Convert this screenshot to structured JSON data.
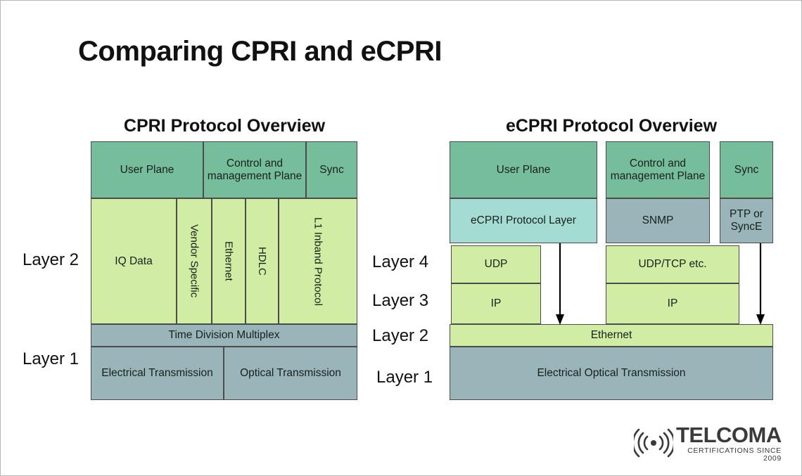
{
  "title": "Comparing CPRI and eCPRI",
  "colors": {
    "green": "#76bd9b",
    "light_green": "#d1eda4",
    "gray_blue": "#9ab5b9",
    "cyan": "#a4dbd2",
    "border": "#4b4b4b",
    "background": "#ffffff"
  },
  "cpri": {
    "heading": "CPRI Protocol Overview",
    "planes": [
      {
        "label": "User Plane"
      },
      {
        "label": "Control and management Plane"
      },
      {
        "label": "Sync"
      }
    ],
    "layer2_columns": [
      {
        "label": "IQ Data",
        "orientation": "horizontal"
      },
      {
        "label": "Vendor Specific",
        "orientation": "vertical"
      },
      {
        "label": "Ethernet",
        "orientation": "vertical"
      },
      {
        "label": "HDLC",
        "orientation": "vertical"
      },
      {
        "label": "L1 Inband Protocol",
        "orientation": "vertical"
      }
    ],
    "tdm": "Time Division Multiplex",
    "layer1_columns": [
      {
        "label": "Electrical Transmission"
      },
      {
        "label": "Optical Transmission"
      }
    ],
    "layer_labels": [
      {
        "label": "Layer 2"
      },
      {
        "label": "Layer 1"
      }
    ]
  },
  "ecpri": {
    "heading": "eCPRI Protocol Overview",
    "planes": [
      {
        "label": "User Plane"
      },
      {
        "label": "Control and management Plane"
      },
      {
        "label": "Sync"
      }
    ],
    "protocol_row": [
      {
        "label": "eCPRI Protocol Layer"
      },
      {
        "label": "SNMP"
      },
      {
        "label": "PTP or SyncE"
      }
    ],
    "layer4": [
      {
        "label": "UDP"
      },
      {
        "label": "UDP/TCP etc."
      }
    ],
    "layer3": [
      {
        "label": "IP"
      },
      {
        "label": "IP"
      }
    ],
    "layer2": "Ethernet",
    "layer1": "Electrical Optical Transmission",
    "layer_labels": [
      {
        "label": "Layer 4"
      },
      {
        "label": "Layer 3"
      },
      {
        "label": "Layer 2"
      },
      {
        "label": "Layer 1"
      }
    ]
  },
  "logo": {
    "name": "TELCOMA",
    "tagline": "CERTIFICATIONS SINCE 2009"
  }
}
